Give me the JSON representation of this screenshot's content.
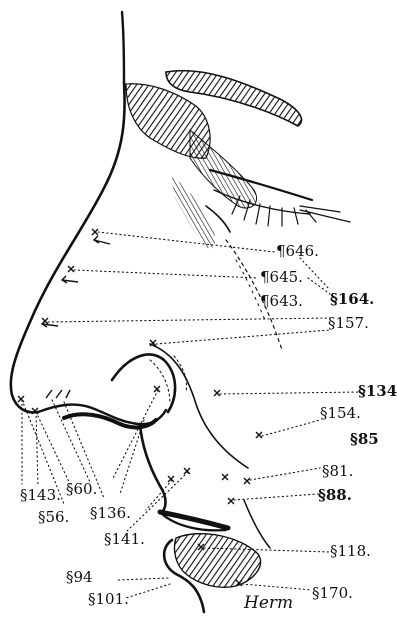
{
  "labels": {
    "p646": "¶646.",
    "p645": "¶645.",
    "p643": "¶643.",
    "s164": "§164.",
    "s157": "§157.",
    "s134": "§134.",
    "s154": "§154.",
    "s85": "§85",
    "s81": "§81.",
    "s88": "§88.",
    "s118": "§118.",
    "s170": "§170.",
    "s143": "§143.",
    "s60": "§60.",
    "s56": "§56.",
    "s136": "§136.",
    "s141": "§141.",
    "s94": "§94",
    "s101": "§101."
  },
  "signature": "Herm"
}
